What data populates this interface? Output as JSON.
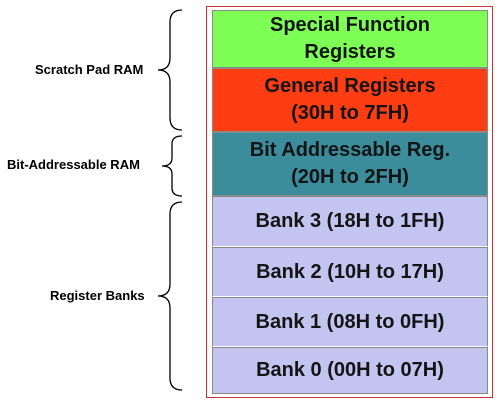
{
  "labels": {
    "scratch_pad": "Scratch Pad RAM",
    "bit_addressable": "Bit-Addressable RAM",
    "register_banks": "Register Banks"
  },
  "blocks": {
    "sfr": {
      "line1": "Special Function",
      "line2": "Registers",
      "color": "#7dff55"
    },
    "general": {
      "line1": "General Registers",
      "line2": "(30H to 7FH)",
      "color": "#ff3d12"
    },
    "bit": {
      "line1": "Bit Addressable Reg.",
      "line2": "(20H to 2FH)",
      "color": "#3b8d9c"
    },
    "bank3": {
      "text": "Bank 3 (18H to 1FH)",
      "color": "#c3c4f0"
    },
    "bank2": {
      "text": "Bank 2 (10H to 17H)",
      "color": "#c3c4f0"
    },
    "bank1": {
      "text": "Bank 1 (08H to 0FH)",
      "color": "#c3c4f0"
    },
    "bank0": {
      "text": "Bank 0 (00H to 07H)",
      "color": "#c3c4f0"
    }
  }
}
